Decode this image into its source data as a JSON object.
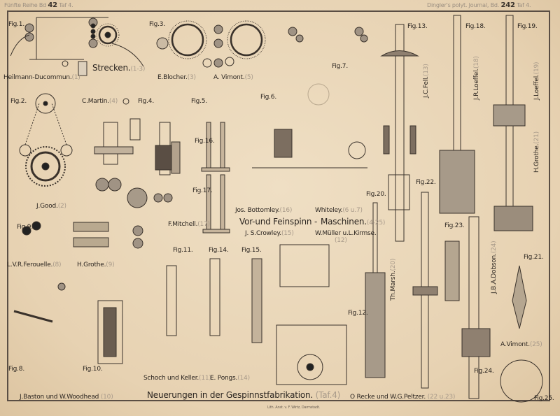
{
  "header": {
    "left_prefix": "Fünfte Reihe Bd",
    "left_vol": "42",
    "left_suffix": "Taf 4.",
    "right_prefix": "Dingler's polyt. Journal, Bd.",
    "right_vol": "242",
    "right_suffix": "Taf 4."
  },
  "figures": {
    "fig1": "Fig.1.",
    "fig2": "Fig.2.",
    "fig3": "Fig.3.",
    "fig4": "Fig.4.",
    "fig5": "Fig.5.",
    "fig6": "Fig.6.",
    "fig7": "Fig.7.",
    "fig8": "Fig.8.",
    "fig9": "Fig.9.",
    "fig10": "Fig.10.",
    "fig11": "Fig.11.",
    "fig12": "Fig.12.",
    "fig13": "Fig.13.",
    "fig14": "Fig.14.",
    "fig15": "Fig.15.",
    "fig16": "Fig.16.",
    "fig17": "Fig.17.",
    "fig18": "Fig.18.",
    "fig19": "Fig.19.",
    "fig20": "Fig.20.",
    "fig21": "Fig.21.",
    "fig22": "Fig.22.",
    "fig23": "Fig.23.",
    "fig24": "Fig.24.",
    "fig25": "Fig.25."
  },
  "inventors": [
    {
      "name": "Heilmann-Ducommun.",
      "ref": "(1)"
    },
    {
      "name": "E.Blocher.",
      "ref": "(3)"
    },
    {
      "name": "A. Vimont.",
      "ref": "(5)"
    },
    {
      "name": "J.C.Fell.",
      "ref": "(13)"
    },
    {
      "name": "J.R.Loeffel.",
      "ref": "(18)"
    },
    {
      "name": "J.Loeffel.",
      "ref": "(19)"
    },
    {
      "name": "H.Grothe.",
      "ref": "(21)"
    },
    {
      "name": "C.Martin.",
      "ref": "(4)"
    },
    {
      "name": "J.Good.",
      "ref": "(2)"
    },
    {
      "name": "F.Mitchell.",
      "ref": "(17)"
    },
    {
      "name": "Jos. Bottomley.",
      "ref": "(16)"
    },
    {
      "name": "J. S.Crowley.",
      "ref": "(15)"
    },
    {
      "name": "Whiteley.",
      "ref": "(6 u.7)"
    },
    {
      "name": "W.Müller u.L.Kirmse.",
      "ref": "(12)"
    },
    {
      "name": "L.V.R.Ferouelle.",
      "ref": "(8)"
    },
    {
      "name": "H.Grothe.",
      "ref": "(9)"
    },
    {
      "name": "Th.Marsh.",
      "ref": "(20)"
    },
    {
      "name": "J.B.A.Dobson.",
      "ref": "(24)"
    },
    {
      "name": "A.Vimont.",
      "ref": "(25)"
    },
    {
      "name": "Schoch und Keller.",
      "ref": "(11)"
    },
    {
      "name": "E. Pongs.",
      "ref": "(14)"
    },
    {
      "name": "J.Baston und W.Woodhead",
      "ref": "(10)"
    },
    {
      "name": "O Recke und W.G.Peltzer.",
      "ref": "(22 u.23)"
    }
  ],
  "sections": {
    "strecken": "Strecken.",
    "strecken_ref": "(1-3)",
    "vor": "Vor-und Feinspinn -",
    "maschinen": "Maschinen.",
    "maschinen_ref": "(4-25)"
  },
  "title": {
    "text": "Neuerungen in der Gespinnstfabrikation.",
    "ref": "(Taf.4)"
  },
  "imprint": "Lith. Anst. v. F. Wirtz, Darmstadt."
}
